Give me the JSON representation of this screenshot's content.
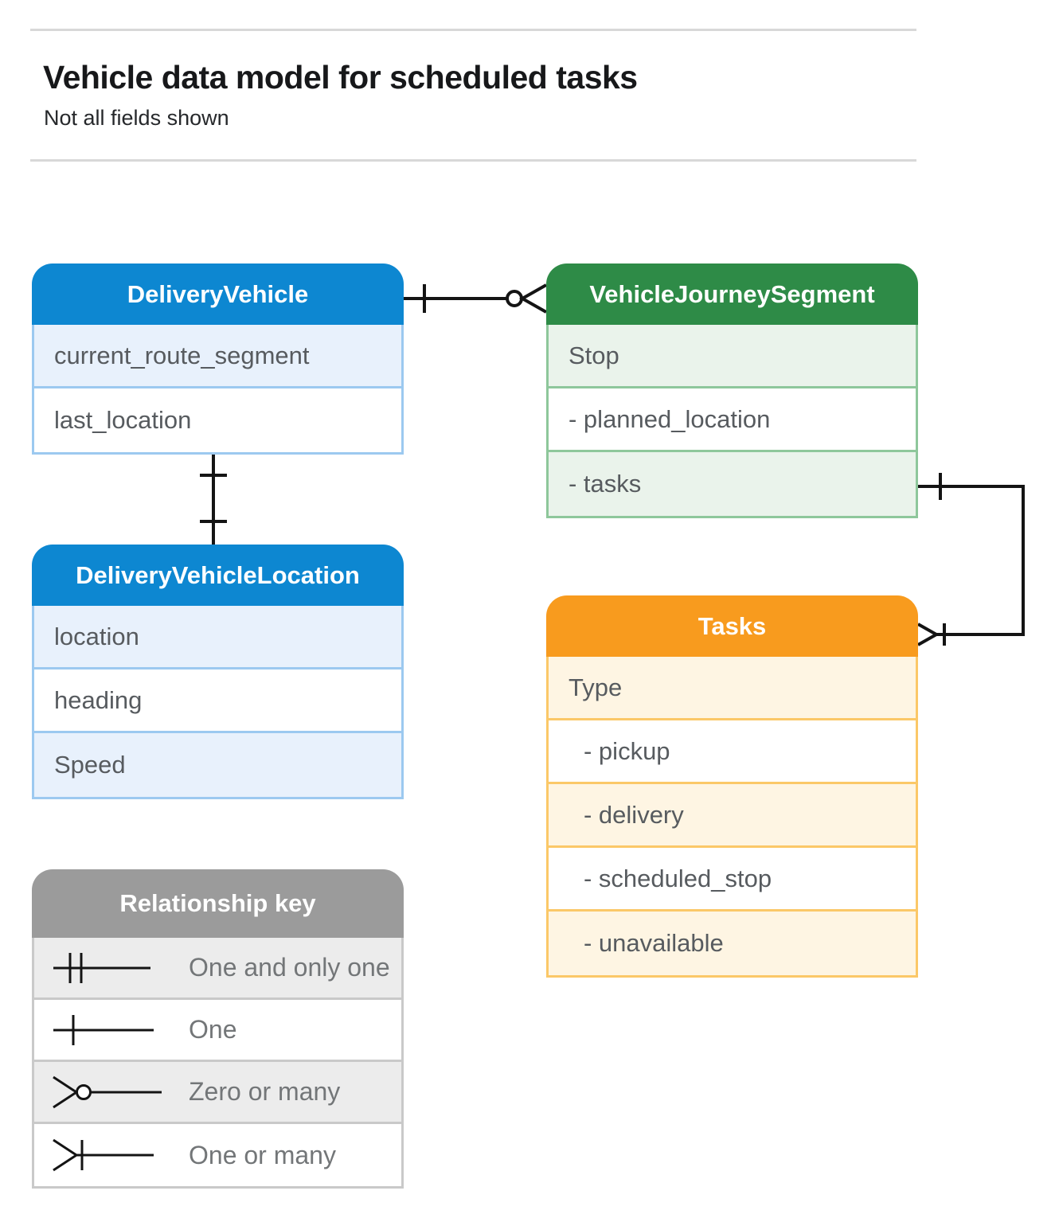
{
  "page": {
    "title": "Vehicle data model for scheduled tasks",
    "subtitle": "Not all fields shown"
  },
  "entities": {
    "delivery_vehicle": {
      "title": "DeliveryVehicle",
      "fields": [
        "current_route_segment",
        "last_location"
      ],
      "colors": {
        "header": "#0d87d1",
        "row_shaded": "#e8f1fc",
        "border": "#9cc9f0"
      }
    },
    "vehicle_journey_segment": {
      "title": "VehicleJourneySegment",
      "fields": [
        "Stop",
        "- planned_location",
        "- tasks"
      ],
      "colors": {
        "header": "#2e8b47",
        "row_shaded": "#eaf3eb",
        "border": "#8ec79b"
      }
    },
    "delivery_vehicle_location": {
      "title": "DeliveryVehicleLocation",
      "fields": [
        "location",
        "heading",
        "Speed"
      ],
      "colors": {
        "header": "#0d87d1",
        "row_shaded": "#e8f1fc",
        "border": "#9cc9f0"
      }
    },
    "tasks": {
      "title": "Tasks",
      "fields": [
        "Type",
        "- pickup",
        "- delivery",
        "- scheduled_stop",
        "- unavailable"
      ],
      "colors": {
        "header": "#f89b1e",
        "row_shaded": "#fef5e3",
        "border": "#fbc868"
      }
    }
  },
  "legend": {
    "title": "Relationship key",
    "items": [
      {
        "symbol": "one-and-only-one",
        "label": "One and only one"
      },
      {
        "symbol": "one",
        "label": "One"
      },
      {
        "symbol": "zero-or-many",
        "label": "Zero or many"
      },
      {
        "symbol": "one-or-many",
        "label": "One or many"
      }
    ],
    "colors": {
      "header": "#9b9b9b",
      "row_shaded": "#ececec",
      "border": "#c9c9c9"
    }
  },
  "connectors": [
    {
      "from": "DeliveryVehicle",
      "to": "VehicleJourneySegment",
      "from_cardinality": "one",
      "to_cardinality": "zero-or-many"
    },
    {
      "from": "DeliveryVehicle",
      "to": "DeliveryVehicleLocation",
      "from_cardinality": "one",
      "to_cardinality": "one"
    },
    {
      "from": "VehicleJourneySegment.tasks",
      "to": "Tasks",
      "from_cardinality": "one",
      "to_cardinality": "one-or-many"
    }
  ]
}
